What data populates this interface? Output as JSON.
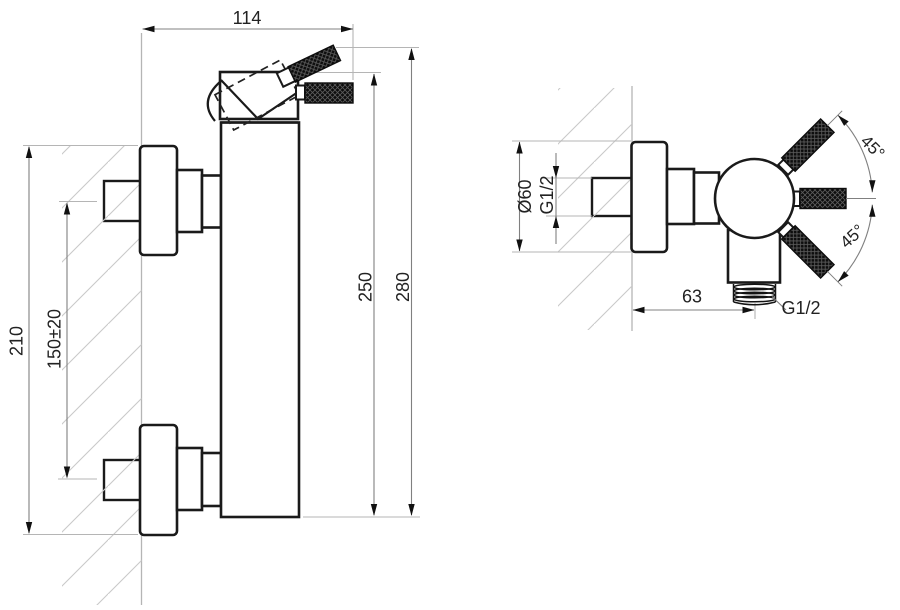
{
  "front_view": {
    "dim_width": "114",
    "dim_height_inner": "250",
    "dim_height_outer": "280",
    "dim_escutcheon_span": "210",
    "dim_inlet_spacing": "150±20"
  },
  "side_view": {
    "dim_escutcheon_diameter": "Ø60",
    "dim_inlet_thread": "G1/2",
    "dim_outlet_offset": "63",
    "dim_outlet_thread": "G1/2",
    "dim_lever_angle_upper": "45°",
    "dim_lever_angle_lower": "45°"
  },
  "colors": {
    "object_line": "#1a1a1a",
    "dimension_line": "#808080",
    "extension_line": "#b5b5b5",
    "hatch": "#c9c9c9",
    "text": "#222222",
    "grip_fill": "#0d0d0d",
    "background": "#ffffff"
  }
}
